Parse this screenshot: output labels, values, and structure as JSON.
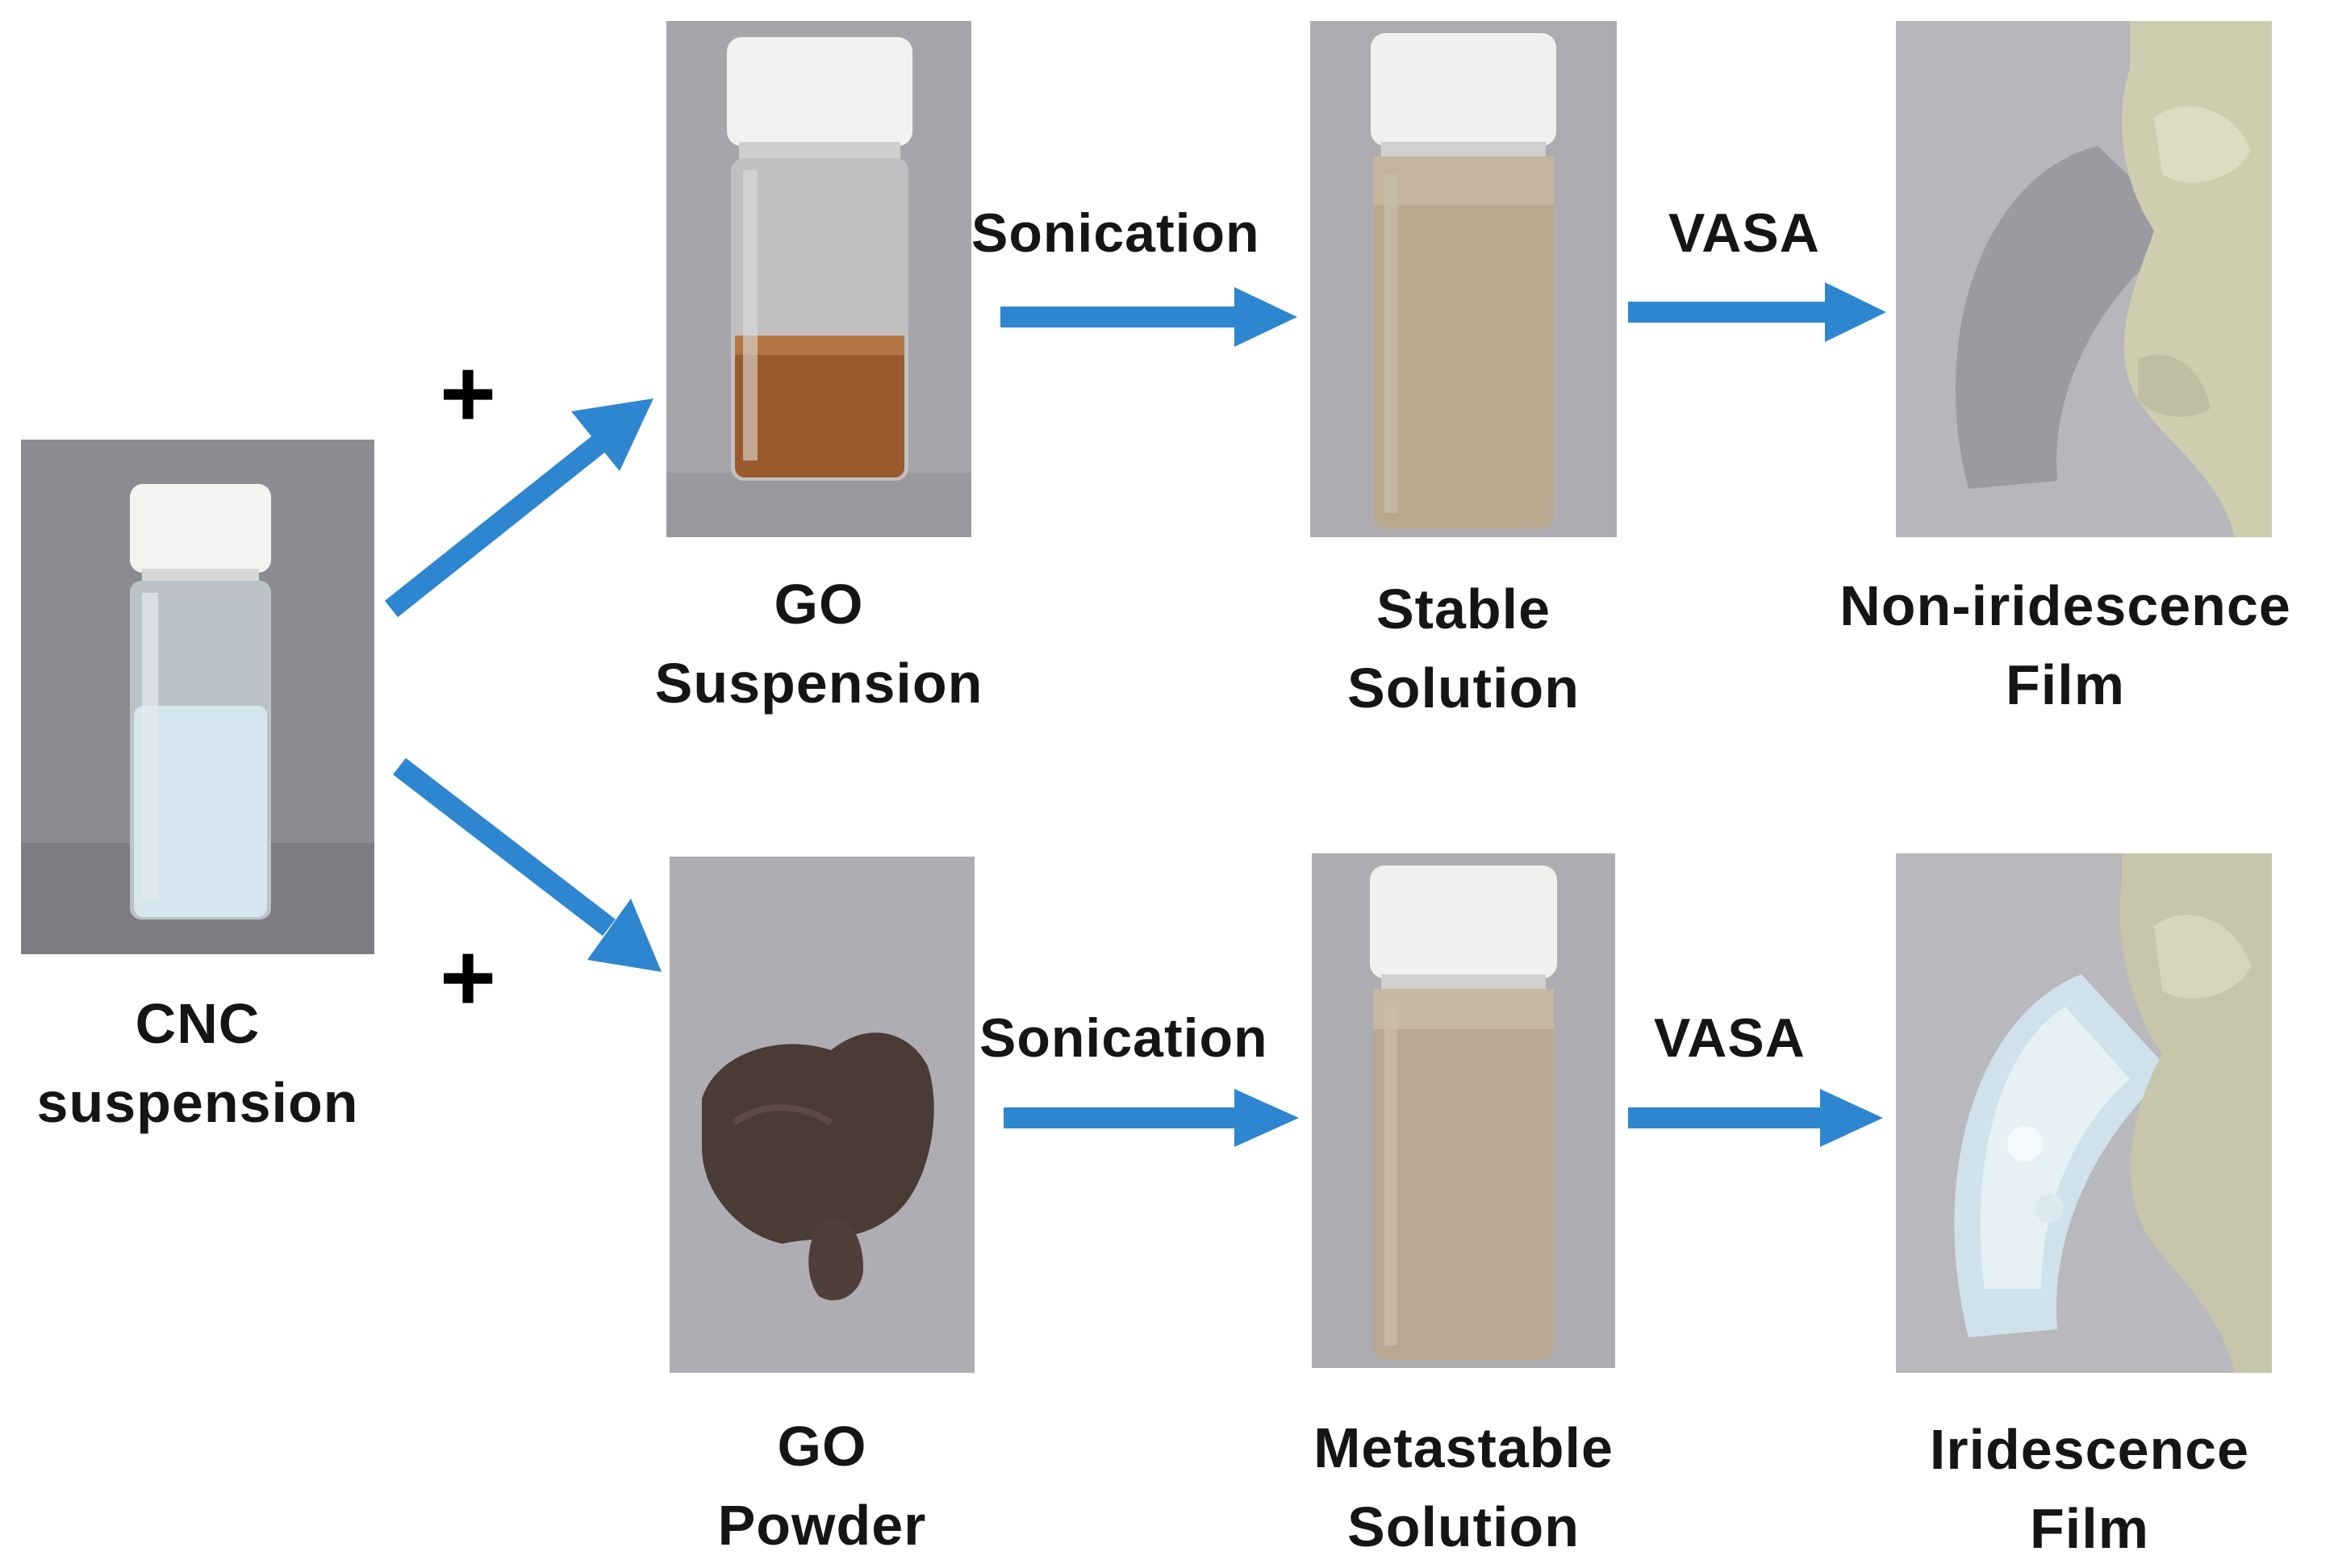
{
  "colors": {
    "arrow": "#2e86d1",
    "photo_background": "#a9a8ad",
    "cnc_background": "#8c8b90"
  },
  "start": {
    "caption_lines": [
      "CNC",
      "suspension"
    ],
    "plus_top": "+",
    "plus_bottom": "+"
  },
  "rows": [
    {
      "steps": [
        {
          "caption_lines": [
            "GO",
            "Suspension"
          ],
          "photo": "vial-brown-liquid"
        },
        {
          "caption_lines": [
            "Stable",
            "Solution"
          ],
          "photo": "vial-tan-liquid"
        },
        {
          "caption_lines": [
            "Non-iridescence",
            "Film"
          ],
          "photo": "film-gray-gloved-hand"
        }
      ],
      "process_labels": [
        "Sonication",
        "VASA"
      ]
    },
    {
      "steps": [
        {
          "caption_lines": [
            "GO",
            "Powder"
          ],
          "photo": "dark-powder-pile"
        },
        {
          "caption_lines": [
            "Metastable",
            "Solution"
          ],
          "photo": "vial-tan-liquid"
        },
        {
          "caption_lines": [
            "Iridescence",
            "Film"
          ],
          "photo": "film-iridescent-gloved-hand"
        }
      ],
      "process_labels": [
        "Sonication",
        "VASA"
      ]
    }
  ]
}
